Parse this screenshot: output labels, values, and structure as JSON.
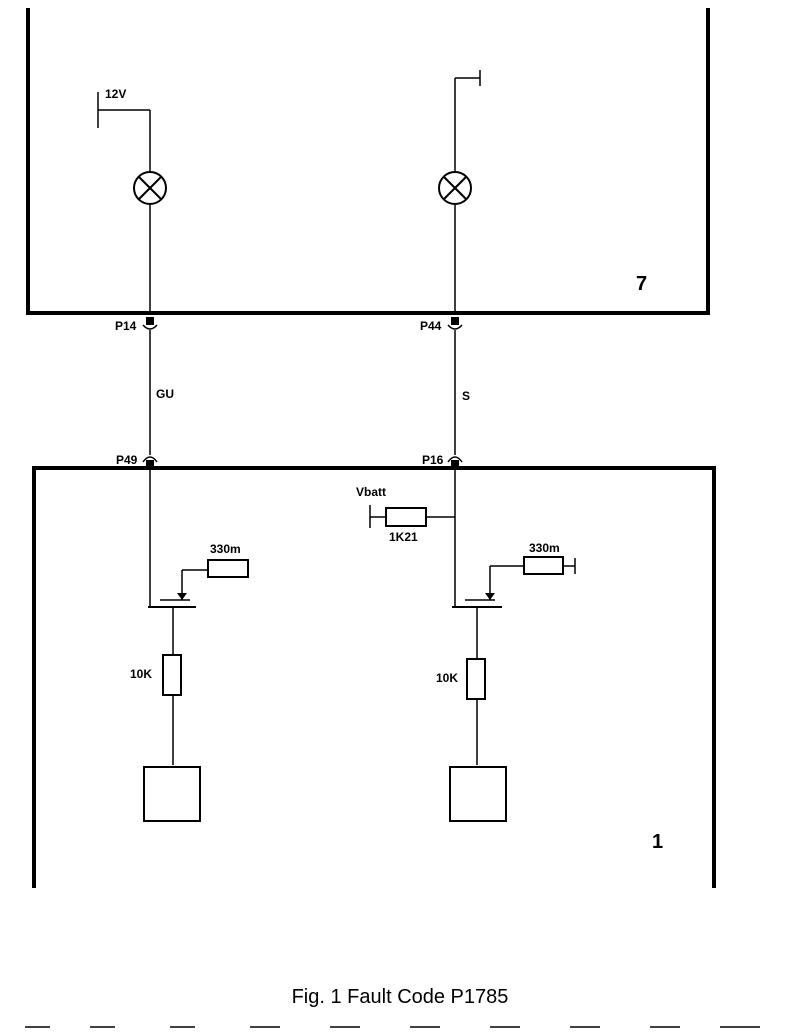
{
  "labels": {
    "supply_12v": "12V",
    "module_top": "7",
    "module_bottom": "1",
    "pin_p14": "P14",
    "pin_p44": "P44",
    "pin_p49": "P49",
    "pin_p16": "P16",
    "wire_gu": "GU",
    "wire_s": "S",
    "vbatt": "Vbatt",
    "pullup_resistor": "1K21",
    "sense_resistor_left": "330m",
    "sense_resistor_right": "330m",
    "gate_resistor_left": "10K",
    "gate_resistor_right": "10K"
  },
  "caption": "Fig. 1 Fault Code P1785"
}
